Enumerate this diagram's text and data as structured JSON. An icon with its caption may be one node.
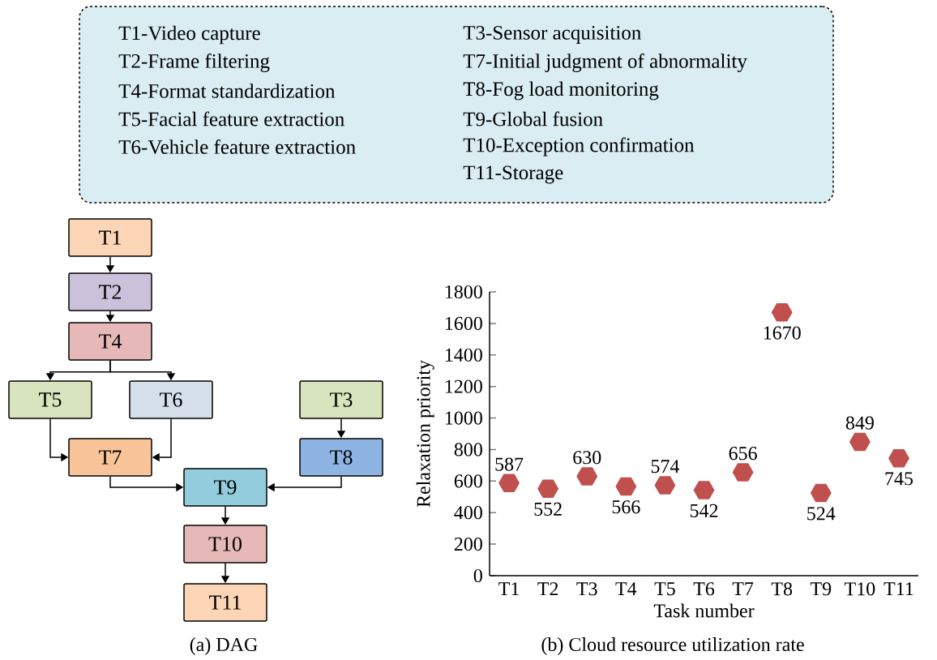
{
  "diagram": {
    "nodes": [
      {
        "text": [
          "T1-Video capture",
          "T2-Frame filtering",
          "T4-Format standardization",
          "T5-Facial feature extraction",
          "T6-Vehicle feature extraction",
          "T3-Sensor acquisition",
          "T7-Initial judgment of abnormality",
          "T8-Fog load monitoring",
          "T9-Global fusion",
          "T10-Exception confirmation",
          "T11-Storage"
        ]
      },
      {
        "text": [
          "T1"
        ]
      },
      {
        "text": [
          "T2"
        ]
      },
      {
        "text": [
          "T4"
        ]
      },
      {
        "text": [
          "T5"
        ]
      },
      {
        "text": [
          "T6"
        ]
      },
      {
        "text": [
          "T3"
        ]
      },
      {
        "text": [
          "T7"
        ]
      },
      {
        "text": [
          "T8"
        ]
      },
      {
        "text": [
          "T9"
        ]
      },
      {
        "text": [
          "T10"
        ]
      },
      {
        "text": [
          "T11"
        ]
      }
    ],
    "edges": [
      {
        "from": 1,
        "to": 2,
        "arrow": "to"
      },
      {
        "from": 2,
        "to": 3,
        "arrow": "to"
      },
      {
        "from": 3,
        "to": 4,
        "arrow": "to"
      },
      {
        "from": 3,
        "to": 5,
        "arrow": "to"
      },
      {
        "from": 4,
        "to": 7,
        "arrow": "to"
      },
      {
        "from": 5,
        "to": 7,
        "arrow": "to"
      },
      {
        "from": 6,
        "to": 8,
        "arrow": "to"
      },
      {
        "from": 7,
        "to": 9,
        "arrow": "to"
      },
      {
        "from": 8,
        "to": 9,
        "arrow": "to"
      },
      {
        "from": 9,
        "to": 10,
        "arrow": "to"
      },
      {
        "from": 10,
        "to": 11,
        "arrow": "to"
      }
    ],
    "labels": [
      "(a) DAG",
      "(b) Cloud resource utilization rate"
    ],
    "chart_data": {
      "type": "scatter",
      "xlabel": "Task number",
      "ylabel": "Relaxation priority",
      "categories": [
        "T1",
        "T2",
        "T3",
        "T4",
        "T5",
        "T6",
        "T7",
        "T8",
        "T9",
        "T10",
        "T11"
      ],
      "series": [
        {
          "color": "#c0504d",
          "values": [
            587,
            552,
            630,
            566,
            574,
            542,
            656,
            1670,
            524,
            849,
            745
          ]
        }
      ],
      "ylim": [
        0,
        1800
      ],
      "yticks": [
        0,
        200,
        400,
        600,
        800,
        1000,
        1200,
        1400,
        1600,
        1800
      ],
      "data_labels": true
    }
  }
}
